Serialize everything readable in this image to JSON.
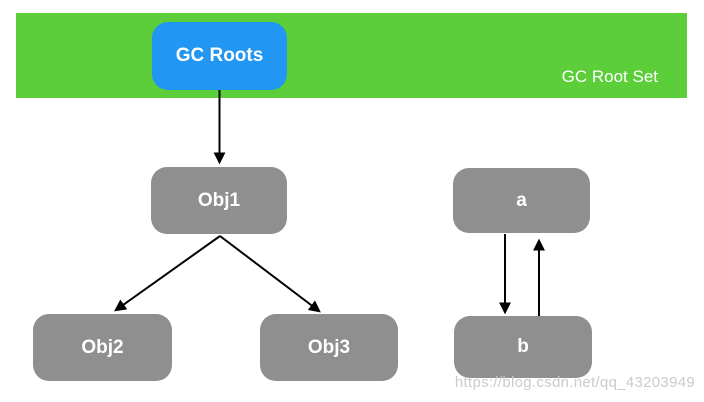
{
  "banner": {
    "label": "GC Root Set"
  },
  "nodes": {
    "gc_roots": {
      "label": "GC Roots"
    },
    "obj1": {
      "label": "Obj1"
    },
    "obj2": {
      "label": "Obj2"
    },
    "obj3": {
      "label": "Obj3"
    },
    "a": {
      "label": "a"
    },
    "b": {
      "label": "b"
    }
  },
  "edges": [
    {
      "from": "gc_roots",
      "to": "obj1"
    },
    {
      "from": "obj1",
      "to": "obj2"
    },
    {
      "from": "obj1",
      "to": "obj3"
    },
    {
      "from": "a",
      "to": "b"
    },
    {
      "from": "b",
      "to": "a"
    }
  ],
  "colors": {
    "green": "#5bce3a",
    "blue": "#2196f2",
    "gray": "#8f8f8f",
    "arrow": "#000000",
    "watermark": "#cbcbcb"
  },
  "watermark": {
    "text": "https://blog.csdn.net/qq_43203949"
  }
}
